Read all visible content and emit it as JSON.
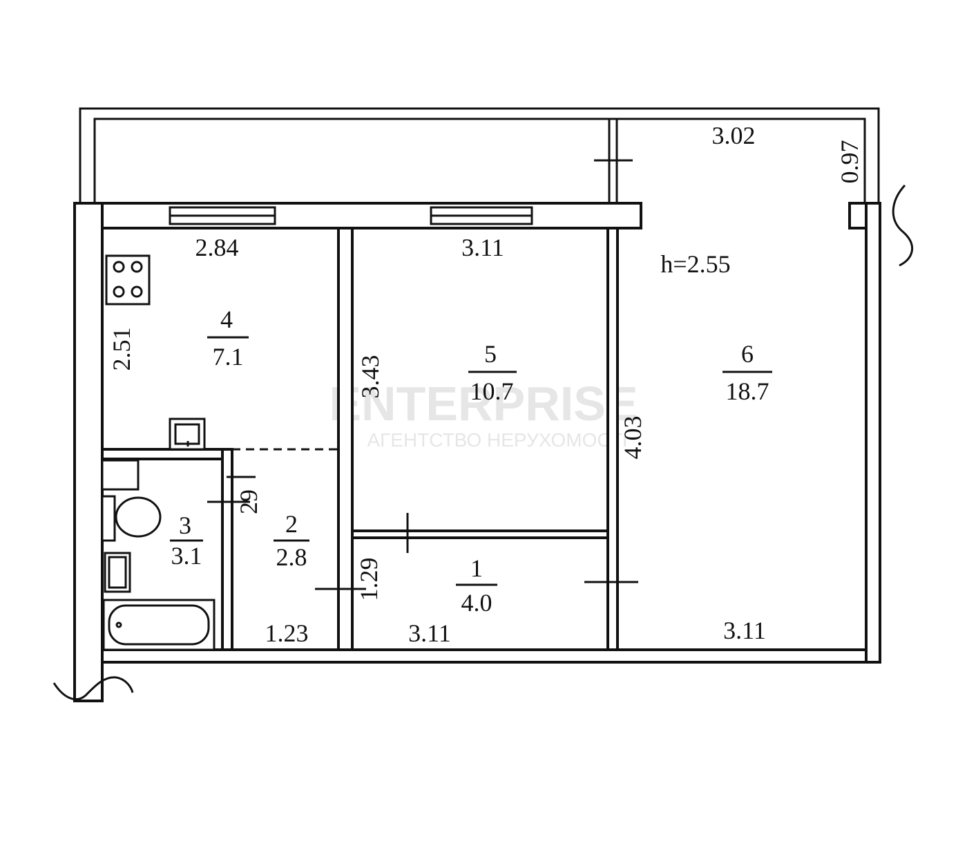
{
  "height_label": "h=2.55",
  "watermark": {
    "brand": "ENTERPRISE",
    "tagline": "АГЕНТСТВО НЕРУХОМОСТІ"
  },
  "rooms": [
    {
      "number": "1",
      "area": "4.0"
    },
    {
      "number": "2",
      "area": "2.8"
    },
    {
      "number": "3",
      "area": "3.1"
    },
    {
      "number": "4",
      "area": "7.1"
    },
    {
      "number": "5",
      "area": "10.7"
    },
    {
      "number": "6",
      "area": "18.7"
    }
  ],
  "dimensions": {
    "kitchen_width": "2.84",
    "kitchen_depth": "2.51",
    "room5_width": "3.11",
    "room5_depth": "3.43",
    "room6_width_top": "3.02",
    "balcony_depth": "0.97",
    "room6_depth": "4.03",
    "corridor_width": "1.23",
    "hall_width": "3.11",
    "room6_width_bottom": "3.11",
    "hall_depth": "1.29",
    "bath_label": "29"
  },
  "colors": {
    "line": "#111111",
    "background": "#ffffff",
    "watermark": "#e6e6e6"
  }
}
